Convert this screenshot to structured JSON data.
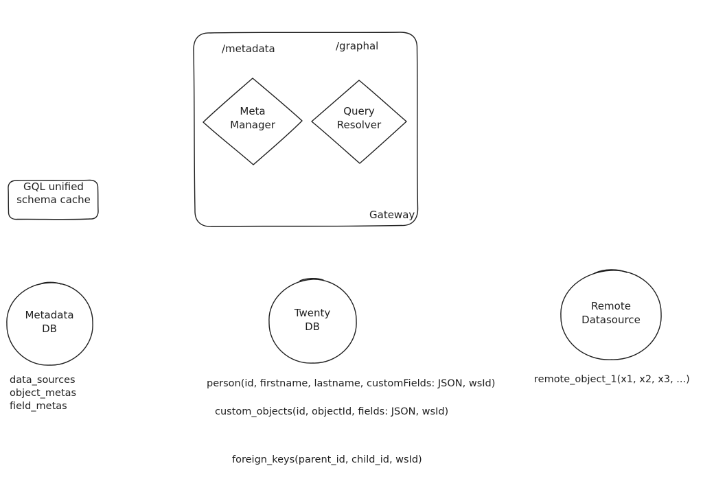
{
  "gateway": {
    "label": "Gateway",
    "route_metadata": "/metadata",
    "route_graphql": "/graphal",
    "meta_manager": "Meta\nManager",
    "query_resolver": "Query\nResolver"
  },
  "cache": {
    "label": "GQL unified\nschema cache"
  },
  "datasources": {
    "metadata_db": "Metadata\nDB",
    "twenty_db": "Twenty\nDB",
    "remote": "Remote\nDatasource"
  },
  "tables": {
    "metadata_db": [
      "data_sources",
      "object_metas",
      "field_metas"
    ],
    "twenty_db": [
      "person(id, firstname, lastname, customFields: JSON, wsId)",
      "custom_objects(id, objectId, fields: JSON, wsId)",
      "foreign_keys(parent_id, child_id, wsId)"
    ],
    "remote": [
      "remote_object_1(x1, x2, x3, ...)"
    ]
  },
  "colors": {
    "stroke": "#1e1e1e",
    "background": "#ffffff"
  }
}
